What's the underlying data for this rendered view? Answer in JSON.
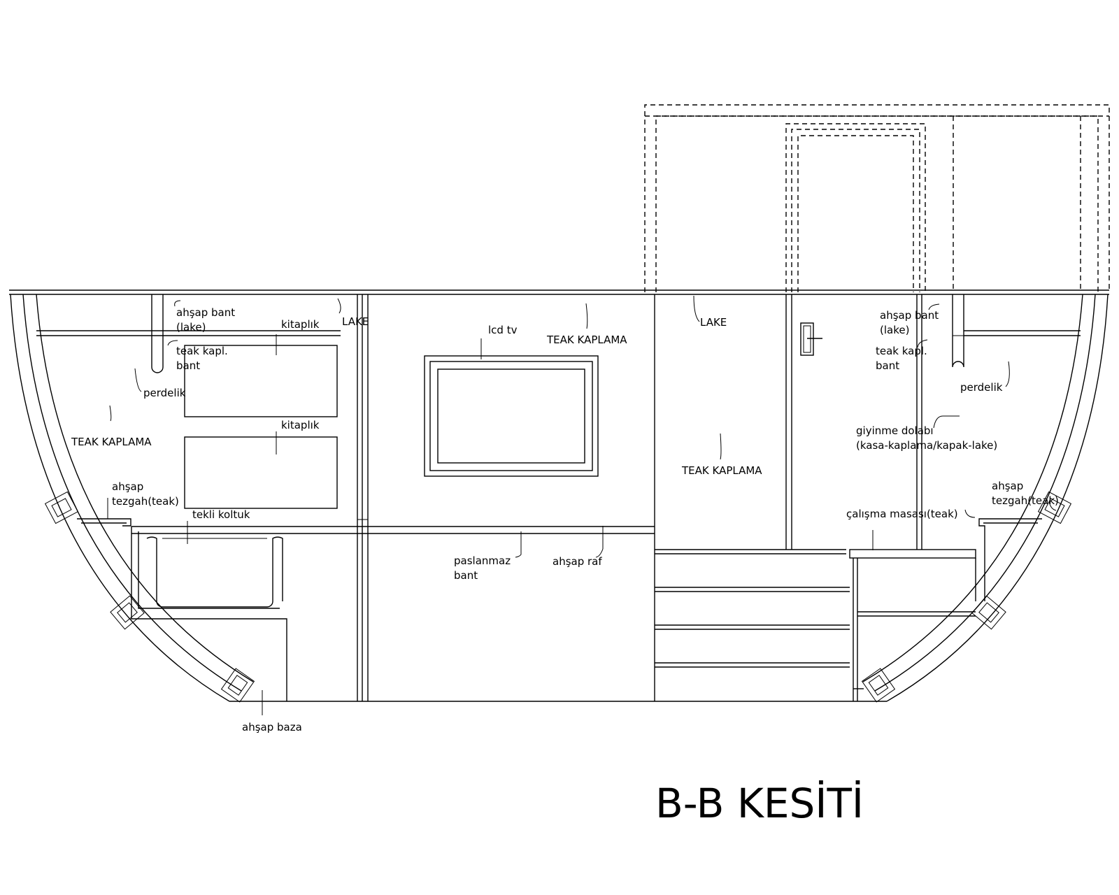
{
  "title": "B-B KESİTİ",
  "labels": {
    "ahsap_bant_lake_left": [
      "ahşap bant",
      "(lake)"
    ],
    "teak_kapl_bant_left": [
      "teak kapl.",
      "bant"
    ],
    "kitaplik_top": "kitaplık",
    "kitaplik_bottom": "kitaplık",
    "lake_left": "LAKE",
    "perdelik_left": "perdelik",
    "teak_kaplama_left": "TEAK KAPLAMA",
    "ahsap_tezgah_left": [
      "ahşap",
      "tezgah(teak)"
    ],
    "tekli_koltuk": "tekli koltuk",
    "lcd_tv": "lcd tv",
    "teak_kaplama_center": "TEAK KAPLAMA",
    "paslanmaz_bant": [
      "paslanmaz",
      "bant"
    ],
    "ahsap_raf": "ahşap raf",
    "lake_right": "LAKE",
    "teak_kaplama_right": "TEAK KAPLAMA",
    "ahsap_bant_lake_right": [
      "ahşap bant",
      "(lake)"
    ],
    "teak_kapl_bant_right": [
      "teak kapl.",
      "bant"
    ],
    "perdelik_right": "perdelik",
    "giyinme_dolabi": [
      "giyinme dolabı",
      "(kasa-kaplama/kapak-lake)"
    ],
    "calisma_masasi": "çalışma masası(teak)",
    "ahsap_tezgah_right": [
      "ahşap",
      "tezgah(teak)"
    ],
    "ahsap_baza": "ahşap baza"
  }
}
